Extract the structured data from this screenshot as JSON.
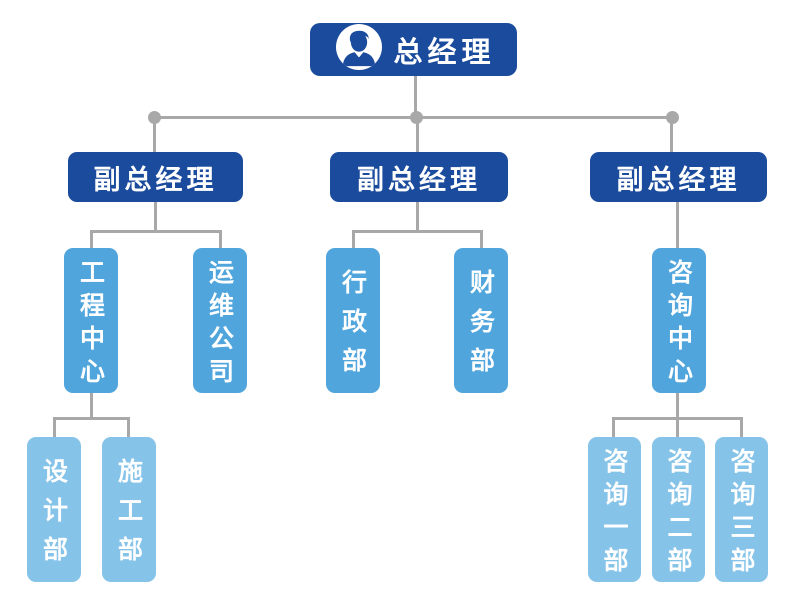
{
  "tree": {
    "label": "总经理",
    "icon": "businessman-avatar-icon",
    "children": [
      {
        "label": "副总经理",
        "children": [
          {
            "label": "工程中心",
            "children": [
              {
                "label": "设计部"
              },
              {
                "label": "施工部"
              }
            ]
          },
          {
            "label": "运维公司"
          }
        ]
      },
      {
        "label": "副总经理",
        "children": [
          {
            "label": "行政部"
          },
          {
            "label": "财务部"
          }
        ]
      },
      {
        "label": "副总经理",
        "children": [
          {
            "label": "咨询中心",
            "children": [
              {
                "label": "咨询一部"
              },
              {
                "label": "咨询二部"
              },
              {
                "label": "咨询三部"
              }
            ]
          }
        ]
      }
    ]
  },
  "colors": {
    "level1_2_dark_blue": "#1b4b9d",
    "level3_blue": "#4fa5dc",
    "level4_light_blue": "#85c3e9",
    "connector_gray": "#a8a8a8",
    "text_white": "#ffffff"
  }
}
